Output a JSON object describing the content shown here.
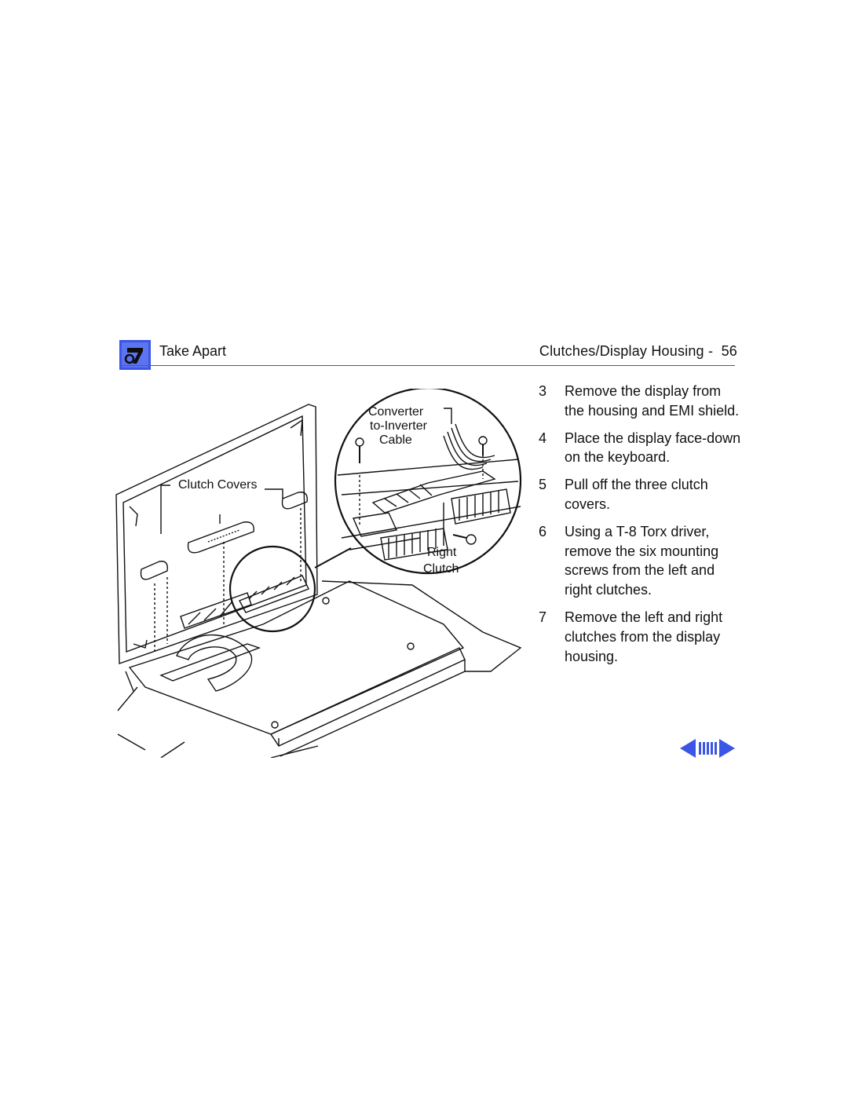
{
  "header": {
    "section_icon": "toolbox-icon",
    "section": "Take Apart",
    "page_title": "Clutches/Display Housing -  56"
  },
  "figure": {
    "callouts": {
      "clutch_covers": "Clutch Covers",
      "cable_line1": "Converter",
      "cable_line2": "to-Inverter",
      "cable_line3": "Cable",
      "right_clutch_line1": "Right",
      "right_clutch_line2": "Clutch"
    }
  },
  "steps": [
    {
      "number": "3",
      "text": "Remove the display from the housing and EMI shield."
    },
    {
      "number": "4",
      "text": "Place the display face-down on the keyboard."
    },
    {
      "number": "5",
      "text": "Pull off the three clutch covers."
    },
    {
      "number": "6",
      "text": "Using a T-8 Torx driver, remove the six mounting screws from the left and right clutches."
    },
    {
      "number": "7",
      "text": "Remove the left and right clutches from the display housing."
    }
  ],
  "navigation": {
    "prev_icon": "left-arrow-icon",
    "index_icon": "page-index-icon",
    "next_icon": "right-arrow-icon"
  },
  "colors": {
    "accent": "#3b55e6"
  }
}
